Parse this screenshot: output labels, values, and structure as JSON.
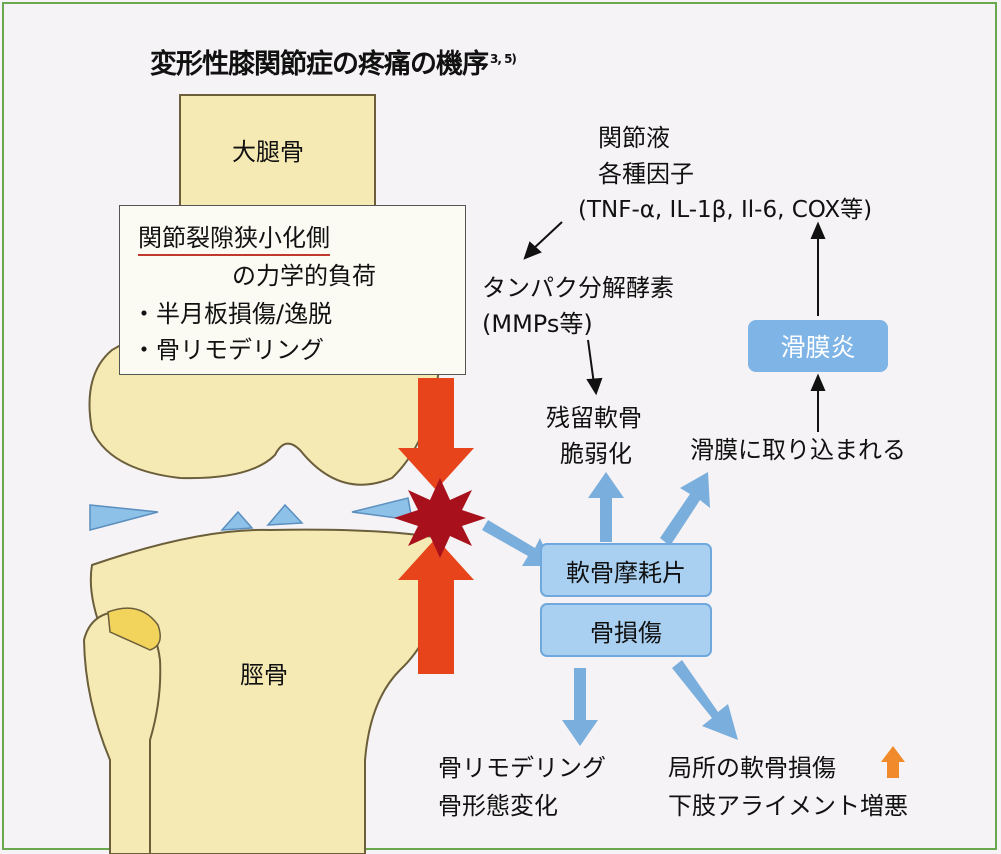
{
  "title": "変形性膝関節症の疼痛の機序",
  "title_ref": "3, 5)",
  "labels": {
    "femur": "大腿骨",
    "tibia": "脛骨"
  },
  "box": {
    "line1": "関節裂隙狭小化側",
    "line2": "の力学的負荷",
    "item1": "・半月板損傷/逸脱",
    "item2": "・骨リモデリング"
  },
  "synovial_fluid": {
    "line1": "関節液",
    "line2": "各種因子",
    "line3": "(TNF-α, IL-1β, Il-6, COX等)"
  },
  "protease": {
    "line1": "タンパク分解酵素",
    "line2": "(MMPs等)"
  },
  "residual_cartilage": {
    "line1": "残留軟骨",
    "line2": "脆弱化"
  },
  "synovium_uptake": "滑膜に取り込まれる",
  "synovitis": "滑膜炎",
  "debris": "軟骨摩耗片",
  "bone_damage": "骨損傷",
  "bone_remodel": {
    "line1": "骨リモデリング",
    "line2": "骨形態変化"
  },
  "local_damage": {
    "line1": "局所の軟骨損傷",
    "line2": "下肢アライメント増悪"
  },
  "colors": {
    "bone": "#f6eab4",
    "bone_outline": "#6b5e3a",
    "fibula_head": "#f2d35c",
    "force_arrow": "#e8441b",
    "impact": "#a8101c",
    "flow_arrow": "#7aaedc",
    "synovitis_fill": "#7fb4e6",
    "pill_fill": "#a9d0f1",
    "underline": "#c0392b",
    "up_arrow": "#f08a2a",
    "border": "#6aa84f"
  }
}
